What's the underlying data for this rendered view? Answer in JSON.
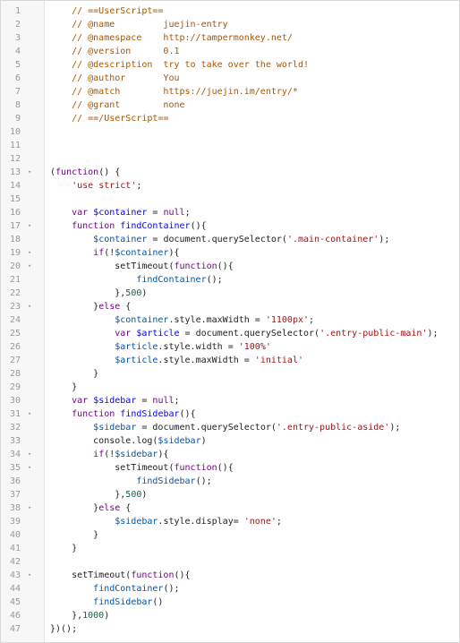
{
  "editor": {
    "lines": [
      {
        "n": "1",
        "fold": "",
        "tokens": [
          {
            "t": "    // ==UserScript==",
            "c": "comment"
          }
        ]
      },
      {
        "n": "2",
        "fold": "",
        "tokens": [
          {
            "t": "    // @name         juejin-entry",
            "c": "comment"
          }
        ]
      },
      {
        "n": "3",
        "fold": "",
        "tokens": [
          {
            "t": "    // @namespace    http://tampermonkey.net/",
            "c": "comment"
          }
        ]
      },
      {
        "n": "4",
        "fold": "",
        "tokens": [
          {
            "t": "    // @version      0.1",
            "c": "comment"
          }
        ]
      },
      {
        "n": "5",
        "fold": "",
        "tokens": [
          {
            "t": "    // @description  try to take over the world!",
            "c": "comment"
          }
        ]
      },
      {
        "n": "6",
        "fold": "",
        "tokens": [
          {
            "t": "    // @author       You",
            "c": "comment"
          }
        ]
      },
      {
        "n": "7",
        "fold": "",
        "tokens": [
          {
            "t": "    // @match        https://juejin.im/entry/*",
            "c": "comment"
          }
        ]
      },
      {
        "n": "8",
        "fold": "",
        "tokens": [
          {
            "t": "    // @grant        none",
            "c": "comment"
          }
        ]
      },
      {
        "n": "9",
        "fold": "",
        "tokens": [
          {
            "t": "    // ==/UserScript==",
            "c": "comment"
          }
        ]
      },
      {
        "n": "10",
        "fold": "",
        "tokens": []
      },
      {
        "n": "11",
        "fold": "",
        "tokens": []
      },
      {
        "n": "12",
        "fold": "",
        "tokens": []
      },
      {
        "n": "13",
        "fold": "▾",
        "tokens": [
          {
            "t": "(",
            "c": "plain"
          },
          {
            "t": "function",
            "c": "keyword"
          },
          {
            "t": "() {",
            "c": "plain"
          }
        ]
      },
      {
        "n": "14",
        "fold": "",
        "tokens": [
          {
            "t": "    ",
            "c": "plain"
          },
          {
            "t": "'use strict'",
            "c": "string"
          },
          {
            "t": ";",
            "c": "plain"
          }
        ]
      },
      {
        "n": "15",
        "fold": "",
        "tokens": []
      },
      {
        "n": "16",
        "fold": "",
        "tokens": [
          {
            "t": "    ",
            "c": "plain"
          },
          {
            "t": "var",
            "c": "keyword"
          },
          {
            "t": " ",
            "c": "plain"
          },
          {
            "t": "$container",
            "c": "def"
          },
          {
            "t": " = ",
            "c": "plain"
          },
          {
            "t": "null",
            "c": "keyword"
          },
          {
            "t": ";",
            "c": "plain"
          }
        ]
      },
      {
        "n": "17",
        "fold": "▾",
        "tokens": [
          {
            "t": "    ",
            "c": "plain"
          },
          {
            "t": "function",
            "c": "keyword"
          },
          {
            "t": " ",
            "c": "plain"
          },
          {
            "t": "findContainer",
            "c": "def"
          },
          {
            "t": "(){",
            "c": "plain"
          }
        ]
      },
      {
        "n": "18",
        "fold": "",
        "tokens": [
          {
            "t": "        ",
            "c": "plain"
          },
          {
            "t": "$container",
            "c": "var"
          },
          {
            "t": " = document.querySelector(",
            "c": "plain"
          },
          {
            "t": "'.main-container'",
            "c": "string"
          },
          {
            "t": ");",
            "c": "plain"
          }
        ]
      },
      {
        "n": "19",
        "fold": "▾",
        "tokens": [
          {
            "t": "        ",
            "c": "plain"
          },
          {
            "t": "if",
            "c": "keyword"
          },
          {
            "t": "(!",
            "c": "plain"
          },
          {
            "t": "$container",
            "c": "var"
          },
          {
            "t": "){",
            "c": "plain"
          }
        ]
      },
      {
        "n": "20",
        "fold": "▾",
        "tokens": [
          {
            "t": "            setTimeout(",
            "c": "plain"
          },
          {
            "t": "function",
            "c": "keyword"
          },
          {
            "t": "(){",
            "c": "plain"
          }
        ]
      },
      {
        "n": "21",
        "fold": "",
        "tokens": [
          {
            "t": "                ",
            "c": "plain"
          },
          {
            "t": "findContainer",
            "c": "var"
          },
          {
            "t": "();",
            "c": "plain"
          }
        ]
      },
      {
        "n": "22",
        "fold": "",
        "tokens": [
          {
            "t": "            },",
            "c": "plain"
          },
          {
            "t": "500",
            "c": "number"
          },
          {
            "t": ")",
            "c": "plain"
          }
        ]
      },
      {
        "n": "23",
        "fold": "▾",
        "tokens": [
          {
            "t": "        }",
            "c": "plain"
          },
          {
            "t": "else",
            "c": "keyword"
          },
          {
            "t": " {",
            "c": "plain"
          }
        ]
      },
      {
        "n": "24",
        "fold": "",
        "tokens": [
          {
            "t": "            ",
            "c": "plain"
          },
          {
            "t": "$container",
            "c": "var"
          },
          {
            "t": ".style.maxWidth = ",
            "c": "plain"
          },
          {
            "t": "'1100px'",
            "c": "string"
          },
          {
            "t": ";",
            "c": "plain"
          }
        ]
      },
      {
        "n": "25",
        "fold": "",
        "tokens": [
          {
            "t": "            ",
            "c": "plain"
          },
          {
            "t": "var",
            "c": "keyword"
          },
          {
            "t": " ",
            "c": "plain"
          },
          {
            "t": "$article",
            "c": "def"
          },
          {
            "t": " = document.querySelector(",
            "c": "plain"
          },
          {
            "t": "'.entry-public-main'",
            "c": "string"
          },
          {
            "t": ");",
            "c": "plain"
          }
        ]
      },
      {
        "n": "26",
        "fold": "",
        "tokens": [
          {
            "t": "            ",
            "c": "plain"
          },
          {
            "t": "$article",
            "c": "var"
          },
          {
            "t": ".style.width = ",
            "c": "plain"
          },
          {
            "t": "'100%'",
            "c": "string"
          }
        ]
      },
      {
        "n": "27",
        "fold": "",
        "tokens": [
          {
            "t": "            ",
            "c": "plain"
          },
          {
            "t": "$article",
            "c": "var"
          },
          {
            "t": ".style.maxWidth = ",
            "c": "plain"
          },
          {
            "t": "'initial'",
            "c": "string"
          }
        ]
      },
      {
        "n": "28",
        "fold": "",
        "tokens": [
          {
            "t": "        }",
            "c": "plain"
          }
        ]
      },
      {
        "n": "29",
        "fold": "",
        "tokens": [
          {
            "t": "    }",
            "c": "plain"
          }
        ]
      },
      {
        "n": "30",
        "fold": "",
        "tokens": [
          {
            "t": "    ",
            "c": "plain"
          },
          {
            "t": "var",
            "c": "keyword"
          },
          {
            "t": " ",
            "c": "plain"
          },
          {
            "t": "$sidebar",
            "c": "def"
          },
          {
            "t": " = ",
            "c": "plain"
          },
          {
            "t": "null",
            "c": "keyword"
          },
          {
            "t": ";",
            "c": "plain"
          }
        ]
      },
      {
        "n": "31",
        "fold": "▾",
        "tokens": [
          {
            "t": "    ",
            "c": "plain"
          },
          {
            "t": "function",
            "c": "keyword"
          },
          {
            "t": " ",
            "c": "plain"
          },
          {
            "t": "findSidebar",
            "c": "def"
          },
          {
            "t": "(){",
            "c": "plain"
          }
        ]
      },
      {
        "n": "32",
        "fold": "",
        "tokens": [
          {
            "t": "        ",
            "c": "plain"
          },
          {
            "t": "$sidebar",
            "c": "var"
          },
          {
            "t": " = document.querySelector(",
            "c": "plain"
          },
          {
            "t": "'.entry-public-aside'",
            "c": "string"
          },
          {
            "t": ");",
            "c": "plain"
          }
        ]
      },
      {
        "n": "33",
        "fold": "",
        "tokens": [
          {
            "t": "        console.log(",
            "c": "plain"
          },
          {
            "t": "$sidebar",
            "c": "var"
          },
          {
            "t": ")",
            "c": "plain"
          }
        ]
      },
      {
        "n": "34",
        "fold": "▾",
        "tokens": [
          {
            "t": "        ",
            "c": "plain"
          },
          {
            "t": "if",
            "c": "keyword"
          },
          {
            "t": "(!",
            "c": "plain"
          },
          {
            "t": "$sidebar",
            "c": "var"
          },
          {
            "t": "){",
            "c": "plain"
          }
        ]
      },
      {
        "n": "35",
        "fold": "▾",
        "tokens": [
          {
            "t": "            setTimeout(",
            "c": "plain"
          },
          {
            "t": "function",
            "c": "keyword"
          },
          {
            "t": "(){",
            "c": "plain"
          }
        ]
      },
      {
        "n": "36",
        "fold": "",
        "tokens": [
          {
            "t": "                ",
            "c": "plain"
          },
          {
            "t": "findSidebar",
            "c": "var"
          },
          {
            "t": "();",
            "c": "plain"
          }
        ]
      },
      {
        "n": "37",
        "fold": "",
        "tokens": [
          {
            "t": "            },",
            "c": "plain"
          },
          {
            "t": "500",
            "c": "number"
          },
          {
            "t": ")",
            "c": "plain"
          }
        ]
      },
      {
        "n": "38",
        "fold": "▾",
        "tokens": [
          {
            "t": "        }",
            "c": "plain"
          },
          {
            "t": "else",
            "c": "keyword"
          },
          {
            "t": " {",
            "c": "plain"
          }
        ]
      },
      {
        "n": "39",
        "fold": "",
        "tokens": [
          {
            "t": "            ",
            "c": "plain"
          },
          {
            "t": "$sidebar",
            "c": "var"
          },
          {
            "t": ".style.display= ",
            "c": "plain"
          },
          {
            "t": "'none'",
            "c": "string"
          },
          {
            "t": ";",
            "c": "plain"
          }
        ]
      },
      {
        "n": "40",
        "fold": "",
        "tokens": [
          {
            "t": "        }",
            "c": "plain"
          }
        ]
      },
      {
        "n": "41",
        "fold": "",
        "tokens": [
          {
            "t": "    }",
            "c": "plain"
          }
        ]
      },
      {
        "n": "42",
        "fold": "",
        "tokens": []
      },
      {
        "n": "43",
        "fold": "▾",
        "tokens": [
          {
            "t": "    setTimeout(",
            "c": "plain"
          },
          {
            "t": "function",
            "c": "keyword"
          },
          {
            "t": "(){",
            "c": "plain"
          }
        ]
      },
      {
        "n": "44",
        "fold": "",
        "tokens": [
          {
            "t": "        ",
            "c": "plain"
          },
          {
            "t": "findContainer",
            "c": "var"
          },
          {
            "t": "();",
            "c": "plain"
          }
        ]
      },
      {
        "n": "45",
        "fold": "",
        "tokens": [
          {
            "t": "        ",
            "c": "plain"
          },
          {
            "t": "findSidebar",
            "c": "var"
          },
          {
            "t": "()",
            "c": "plain"
          }
        ]
      },
      {
        "n": "46",
        "fold": "",
        "tokens": [
          {
            "t": "    },",
            "c": "plain"
          },
          {
            "t": "1000",
            "c": "number"
          },
          {
            "t": ")",
            "c": "plain"
          }
        ]
      },
      {
        "n": "47",
        "fold": "",
        "tokens": [
          {
            "t": "})();",
            "c": "plain"
          }
        ]
      }
    ]
  },
  "colors": {
    "comment": "#aa5500",
    "keyword": "#770088",
    "def": "#0000ff",
    "var": "#0055aa",
    "string": "#aa1111",
    "number": "#116644",
    "gutter_bg": "#f7f7f7",
    "line_number": "#999999"
  }
}
